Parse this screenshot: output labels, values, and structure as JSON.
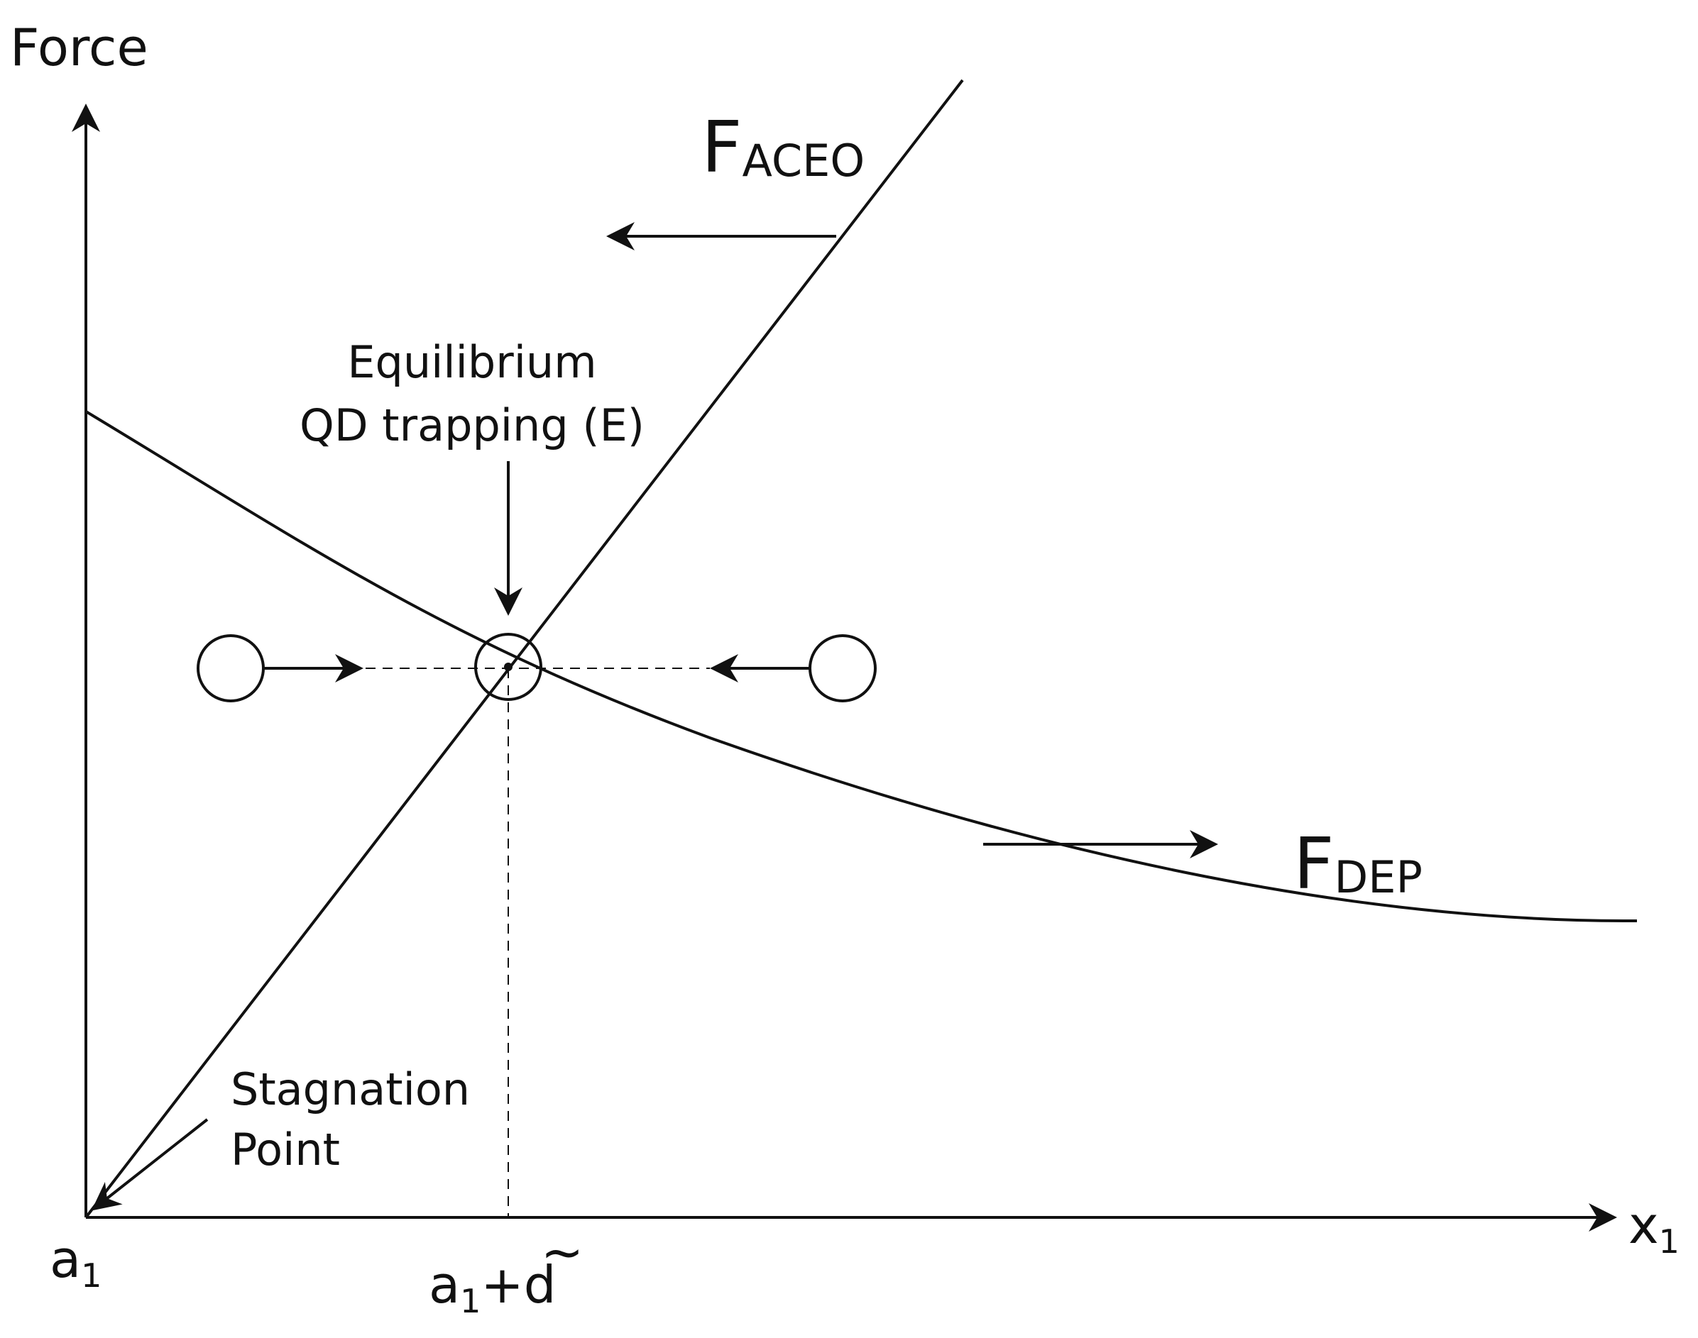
{
  "axes": {
    "y_label": "Force",
    "x_label_main": "x",
    "x_label_sub": "1"
  },
  "curves": {
    "aceo": {
      "main": "F",
      "sub": "ACEO"
    },
    "dep": {
      "main": "F",
      "sub": "DEP"
    }
  },
  "annotations": {
    "equilibrium_line1": "Equilibrium",
    "equilibrium_line2": "QD trapping (E)",
    "stagnation_line1": "Stagnation",
    "stagnation_line2": "Point"
  },
  "ticks": {
    "origin_main": "a",
    "origin_sub": "1",
    "equilibrium_main": "a",
    "equilibrium_sub": "1",
    "equilibrium_plus": "+",
    "equilibrium_d": "d",
    "equilibrium_tilde": "~"
  },
  "colors": {
    "ink": "#111111",
    "background": "#ffffff"
  }
}
